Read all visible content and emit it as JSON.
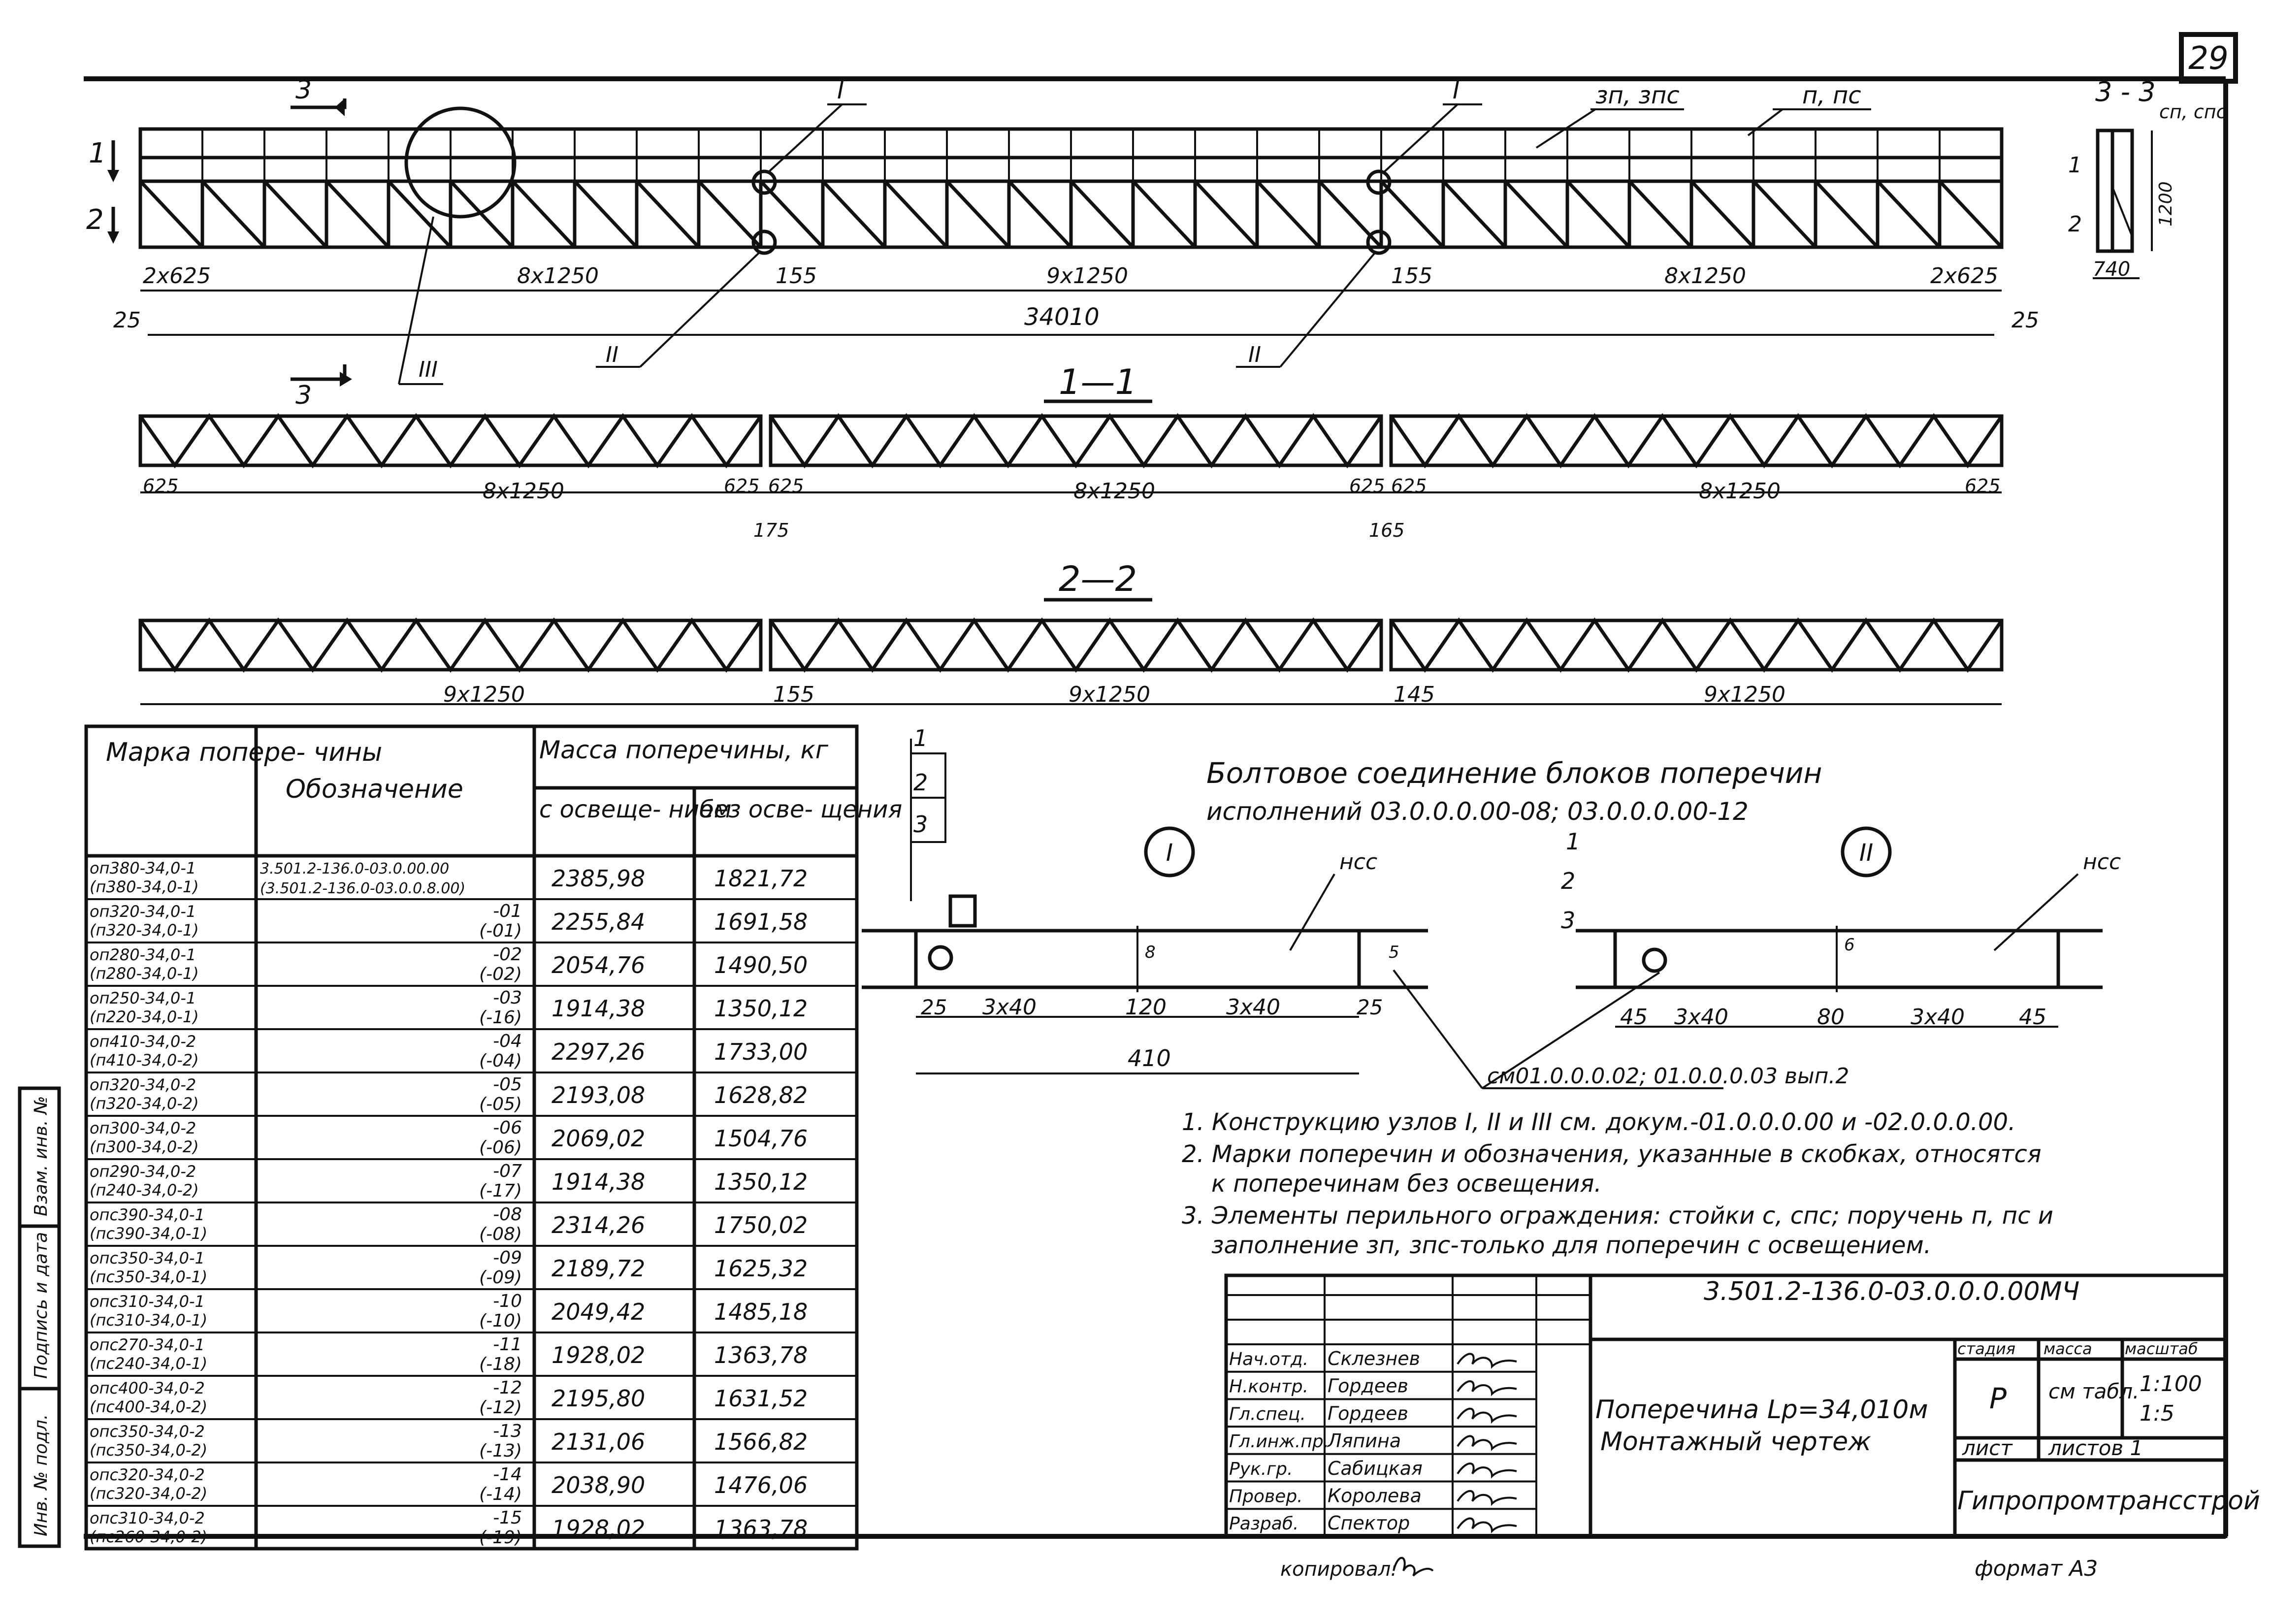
{
  "sheet_number": "29",
  "elevation": {
    "section_marks": {
      "s33_top": "3",
      "s33_bottom": "3",
      "s11": "1",
      "s22": "2"
    },
    "callouts": {
      "node1_left": "I",
      "node1_right": "I",
      "node2_left": "II",
      "node2_right": "II",
      "node3": "III"
    },
    "labels": {
      "zp": "зп, зпс",
      "p": "п, пс"
    },
    "dims": {
      "left_panel": "2x625",
      "span1": "8x1250",
      "gap1": "155",
      "span2": "9x1250",
      "gap2": "155",
      "span3": "8x1250",
      "right_panel": "2x625",
      "total": "34010",
      "left_offset": "25",
      "right_offset": "25"
    }
  },
  "section_33": {
    "title": "3 - 3",
    "label": "сп, спс",
    "mark1": "1",
    "mark2": "2",
    "height": "1200",
    "width": "740"
  },
  "section_11": {
    "title": "1—1",
    "dims": [
      "625",
      "8x1250",
      "625",
      "625",
      "8x1250",
      "625",
      "625",
      "8x1250",
      "625"
    ],
    "gap1": "175",
    "gap2": "165"
  },
  "section_22": {
    "title": "2—2",
    "dims": [
      "9x1250",
      "155",
      "9x1250",
      "145",
      "9x1250"
    ]
  },
  "table": {
    "headers": {
      "mark": "Марка попере- чины",
      "designation": "Обозначение",
      "mass": "Масса поперечины, кг",
      "with_light": "с освеще- нием",
      "without_light": "без осве- щения"
    },
    "rows": [
      {
        "mark": "оп380-34,0-1 (п380-34,0-1)",
        "des": "3.501.2-136.0-03.0.00.00 (3.501.2-136.0-03.0.0.8.00)",
        "m1": "2385,98",
        "m2": "1821,72"
      },
      {
        "mark": "оп320-34,0-1 (п320-34,0-1)",
        "des": "-01 (-01)",
        "m1": "2255,84",
        "m2": "1691,58"
      },
      {
        "mark": "оп280-34,0-1 (п280-34,0-1)",
        "des": "-02 (-02)",
        "m1": "2054,76",
        "m2": "1490,50"
      },
      {
        "mark": "оп250-34,0-1 (п220-34,0-1)",
        "des": "-03 (-16)",
        "m1": "1914,38",
        "m2": "1350,12"
      },
      {
        "mark": "оп410-34,0-2 (п410-34,0-2)",
        "des": "-04 (-04)",
        "m1": "2297,26",
        "m2": "1733,00"
      },
      {
        "mark": "оп320-34,0-2 (п320-34,0-2)",
        "des": "-05 (-05)",
        "m1": "2193,08",
        "m2": "1628,82"
      },
      {
        "mark": "оп300-34,0-2 (п300-34,0-2)",
        "des": "-06 (-06)",
        "m1": "2069,02",
        "m2": "1504,76"
      },
      {
        "mark": "оп290-34,0-2 (п240-34,0-2)",
        "des": "-07 (-17)",
        "m1": "1914,38",
        "m2": "1350,12"
      },
      {
        "mark": "опс390-34,0-1 (пс390-34,0-1)",
        "des": "-08 (-08)",
        "m1": "2314,26",
        "m2": "1750,02"
      },
      {
        "mark": "опс350-34,0-1 (пс350-34,0-1)",
        "des": "-09 (-09)",
        "m1": "2189,72",
        "m2": "1625,32"
      },
      {
        "mark": "опс310-34,0-1 (пс310-34,0-1)",
        "des": "-10 (-10)",
        "m1": "2049,42",
        "m2": "1485,18"
      },
      {
        "mark": "опс270-34,0-1 (пс240-34,0-1)",
        "des": "-11 (-18)",
        "m1": "1928,02",
        "m2": "1363,78"
      },
      {
        "mark": "опс400-34,0-2 (пс400-34,0-2)",
        "des": "-12 (-12)",
        "m1": "2195,80",
        "m2": "1631,52"
      },
      {
        "mark": "опс350-34,0-2 (пс350-34,0-2)",
        "des": "-13 (-13)",
        "m1": "2131,06",
        "m2": "1566,82"
      },
      {
        "mark": "опс320-34,0-2 (пс320-34,0-2)",
        "des": "-14 (-14)",
        "m1": "2038,90",
        "m2": "1476,06"
      },
      {
        "mark": "опс310-34,0-2 (пс260-34,0-2)",
        "des": "-15 (-19)",
        "m1": "1928,02",
        "m2": "1363,78"
      }
    ]
  },
  "bolt": {
    "title": "Болтовое соединение блоков поперечин",
    "subtitle": "исполнений 03.0.0.0.00-08; 03.0.0.0.00-12",
    "node1": "I",
    "node2": "II",
    "hss": "нсс",
    "marks": [
      "1",
      "2",
      "3"
    ],
    "dims1": [
      "25",
      "3x40",
      "120",
      "3x40",
      "25"
    ],
    "total1": "410",
    "small1": "8",
    "small1b": "5",
    "dims2": [
      "45",
      "3x40",
      "80",
      "3x40",
      "45"
    ],
    "small2": "6",
    "ref": "см01.0.0.0.02; 01.0.0.0.03 вып.2"
  },
  "notes": [
    "1. Конструкцию узлов I, II и III см. докум.-01.0.0.0.00 и -02.0.0.0.00.",
    "2. Марки поперечин и обозначения, указанные в скобках, относятся",
    "к поперечинам без освещения.",
    "3. Элементы перильного ограждения: стойки с, спс; поручень п, пс и",
    "заполнение зп, зпс-только для поперечин с освещением."
  ],
  "side_stamp": [
    "Взам. инв. №",
    "Подпись и дата",
    "Инв. № подл."
  ],
  "title_block": {
    "code": "3.501.2-136.0-03.0.0.0.00МЧ",
    "name1": "Поперечина Lp=34,010м",
    "name2": "Монтажный чертеж",
    "roles": [
      "Нач.отд.",
      "Н.контр.",
      "Гл.спец.",
      "Гл.инж.пр.",
      "Рук.гр.",
      "Провер.",
      "Разраб."
    ],
    "names": [
      "Склезнев",
      "Гордеев",
      "Гордеев",
      "Ляпина",
      "Сабицкая",
      "Королева",
      "Спектор"
    ],
    "stage_h": "стадия",
    "mass_h": "масса",
    "scale_h": "масштаб",
    "stage": "Р",
    "mass": "см табл.",
    "scale1": "1:100",
    "scale2": "1:5",
    "sheet": "лист",
    "sheets": "листов 1",
    "org": "Гипропромтрансстрой"
  },
  "footer": {
    "copied": "копировал:",
    "format": "формат А3"
  }
}
